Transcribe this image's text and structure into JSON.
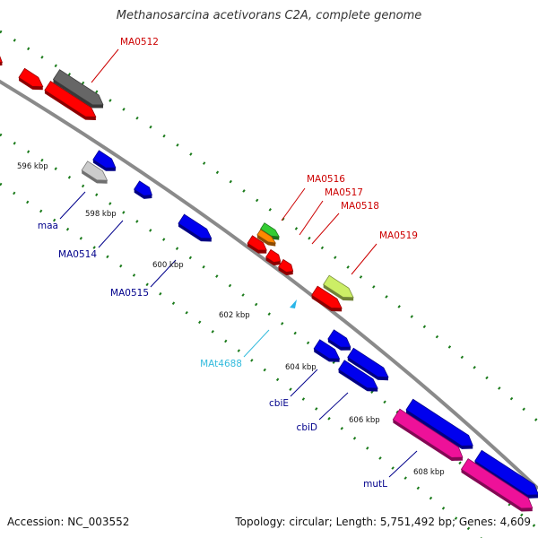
{
  "title": "Methanosarcina acetivorans C2A, complete genome",
  "footer": {
    "accession": "Accession: NC_003552",
    "summary": "Topology: circular; Length: 5,751,492 bp; Genes: 4,609"
  },
  "colors": {
    "backbone": "#8a8a8a",
    "tick": "#1a7a1a",
    "forward_label": "#cc0000",
    "reverse_label": "#00008b",
    "rna_label": "#33bbdd",
    "red": "#ff0000",
    "blue": "#0000ee",
    "magenta": "#ee1199",
    "gray": "#666666",
    "silver": "#cccccc",
    "green": "#33cc33",
    "orange": "#ff8800",
    "lime": "#ccee66"
  },
  "scale_labels": [
    "596 kbp",
    "598 kbp",
    "600 kbp",
    "602 kbp",
    "604 kbp",
    "606 kbp",
    "608 kbp"
  ],
  "gene_labels": [
    {
      "name": "MA0512",
      "kind": "forward"
    },
    {
      "name": "MA0516",
      "kind": "forward"
    },
    {
      "name": "MA0517",
      "kind": "forward"
    },
    {
      "name": "MA0518",
      "kind": "forward"
    },
    {
      "name": "MA0519",
      "kind": "forward"
    },
    {
      "name": "maa",
      "kind": "reverse"
    },
    {
      "name": "MA0514",
      "kind": "reverse"
    },
    {
      "name": "MA0515",
      "kind": "reverse"
    },
    {
      "name": "MAt4688",
      "kind": "rna"
    },
    {
      "name": "cbiE",
      "kind": "reverse"
    },
    {
      "name": "cbiD",
      "kind": "reverse"
    },
    {
      "name": "mutL",
      "kind": "reverse"
    }
  ]
}
